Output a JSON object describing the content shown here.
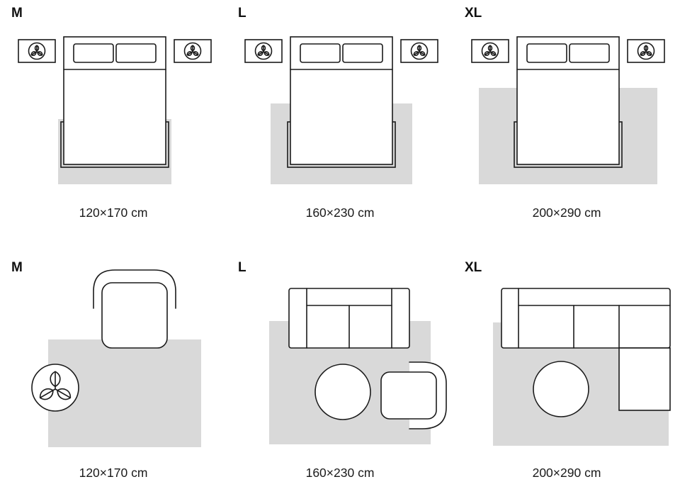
{
  "colors": {
    "background": "#ffffff",
    "rug_fill": "#d9d9d9",
    "outline": "#1a1a1a"
  },
  "sections": {
    "bedroom": {
      "panels": [
        {
          "size": "M",
          "dimensions": "120×170 cm"
        },
        {
          "size": "L",
          "dimensions": "160×230 cm"
        },
        {
          "size": "XL",
          "dimensions": "200×290 cm"
        }
      ]
    },
    "living_room": {
      "panels": [
        {
          "size": "M",
          "dimensions": "120×170 cm"
        },
        {
          "size": "L",
          "dimensions": "160×230 cm"
        },
        {
          "size": "XL",
          "dimensions": "200×290 cm"
        }
      ]
    }
  }
}
